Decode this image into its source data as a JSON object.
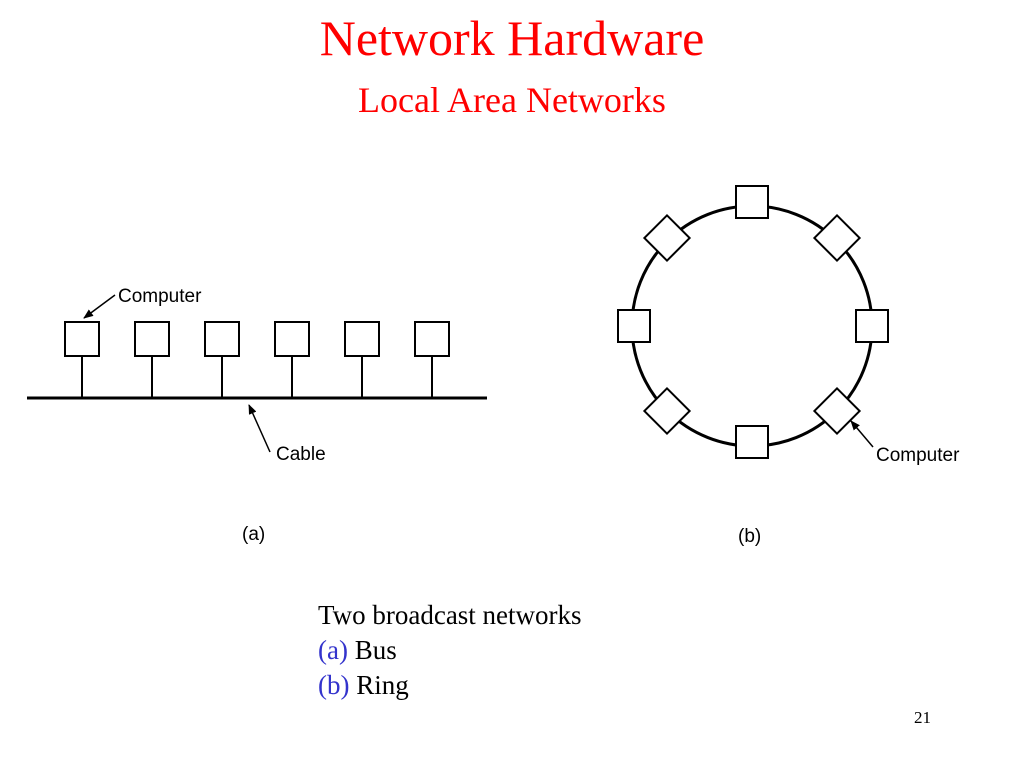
{
  "slide": {
    "title": "Network Hardware",
    "subtitle": "Local Area Networks",
    "page_number": "21",
    "colors": {
      "title": "#ff0000",
      "caption_tag": "#3333cc",
      "text": "#000000"
    }
  },
  "diagram": {
    "bus": {
      "computer_label": "Computer",
      "cable_label": "Cable",
      "panel_label": "(a)",
      "computer_count": 6
    },
    "ring": {
      "computer_label": "Computer",
      "panel_label": "(b)",
      "computer_count": 8
    }
  },
  "caption": {
    "heading": "Two broadcast networks",
    "items": [
      {
        "tag": "(a)",
        "text": "Bus"
      },
      {
        "tag": "(b)",
        "text": "Ring"
      }
    ]
  }
}
